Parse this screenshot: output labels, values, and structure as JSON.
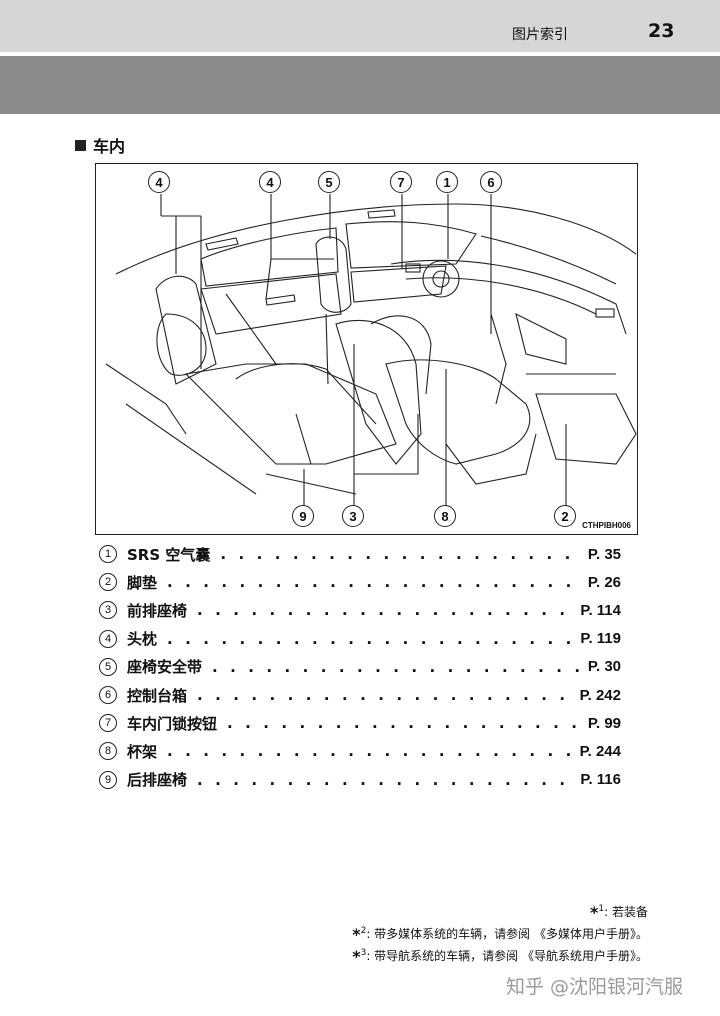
{
  "header": {
    "section_title": "图片索引",
    "page_number": "23"
  },
  "heading": "车内",
  "figure": {
    "code": "CTHPIBH006",
    "callouts_top": [
      "4",
      "4",
      "5",
      "7",
      "1",
      "6"
    ],
    "callouts_bottom": [
      "9",
      "3",
      "8",
      "2"
    ]
  },
  "items": [
    {
      "num": "1",
      "label": "SRS 空气囊",
      "page": "P. 35"
    },
    {
      "num": "2",
      "label": "脚垫",
      "page": "P. 26"
    },
    {
      "num": "3",
      "label": "前排座椅",
      "page": "P. 114"
    },
    {
      "num": "4",
      "label": "头枕",
      "page": "P. 119"
    },
    {
      "num": "5",
      "label": "座椅安全带",
      "page": "P. 30"
    },
    {
      "num": "6",
      "label": "控制台箱",
      "page": "P. 242"
    },
    {
      "num": "7",
      "label": "车内门锁按钮",
      "page": "P. 99"
    },
    {
      "num": "8",
      "label": "杯架",
      "page": "P. 244"
    },
    {
      "num": "9",
      "label": "后排座椅",
      "page": "P. 116"
    }
  ],
  "footnotes": [
    {
      "mark": "*",
      "index": "1",
      "text": ": 若装备"
    },
    {
      "mark": "*",
      "index": "2",
      "text": ": 带多媒体系统的车辆，请参阅 《多媒体用户手册》。"
    },
    {
      "mark": "*",
      "index": "3",
      "text": ": 带导航系统的车辆，请参阅 《导航系统用户手册》。"
    }
  ],
  "watermark": "知乎 @沈阳银河汽服"
}
